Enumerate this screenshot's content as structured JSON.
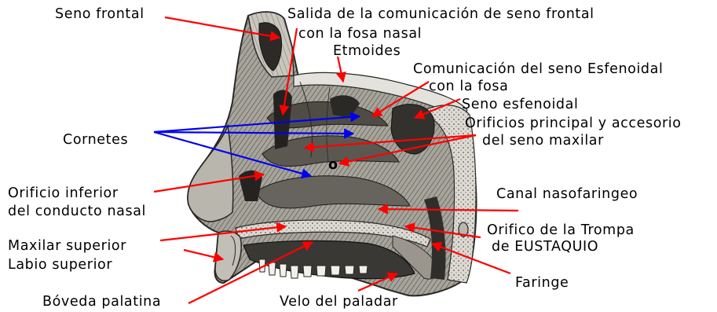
{
  "labels": {
    "seno_frontal": "Seno frontal",
    "salida_line1": "Salida de la comunicación de seno frontal",
    "salida_line2": "con la fosa nasal",
    "etmoides": "Etmoides",
    "comunicacion_line1": "Comunicación del seno Esfenoidal",
    "comunicacion_line2": "con la fosa",
    "seno_esfenoidal": "Seno esfenoidal",
    "orificios_line1": "Orificios principal y accesorio",
    "orificios_line2": "del seno maxilar",
    "cornetes": "Cornetes",
    "marker_o": "o",
    "orificio_inferior_line1": "Orificio inferior",
    "orificio_inferior_line2": "del conducto nasal",
    "canal_nasofaringeo": "Canal nasofaringeo",
    "maxilar_superior": "Maxilar superior",
    "labio_superior": "Labio superior",
    "trompa_line1": "Orifico de la Trompa",
    "trompa_line2": "de EUSTAQUIO",
    "faringe": "Faringe",
    "boveda_palatina": "Bóveda palatina",
    "velo_paladar": "Velo del paladar"
  },
  "colors": {
    "pointer_red": "#ff0000",
    "pointer_blue": "#0000ee",
    "bone": "#d8d6cf",
    "tissue": "#8e8b84",
    "dark_tissue": "#3c3a36",
    "shadow": "#1e1d1b"
  }
}
